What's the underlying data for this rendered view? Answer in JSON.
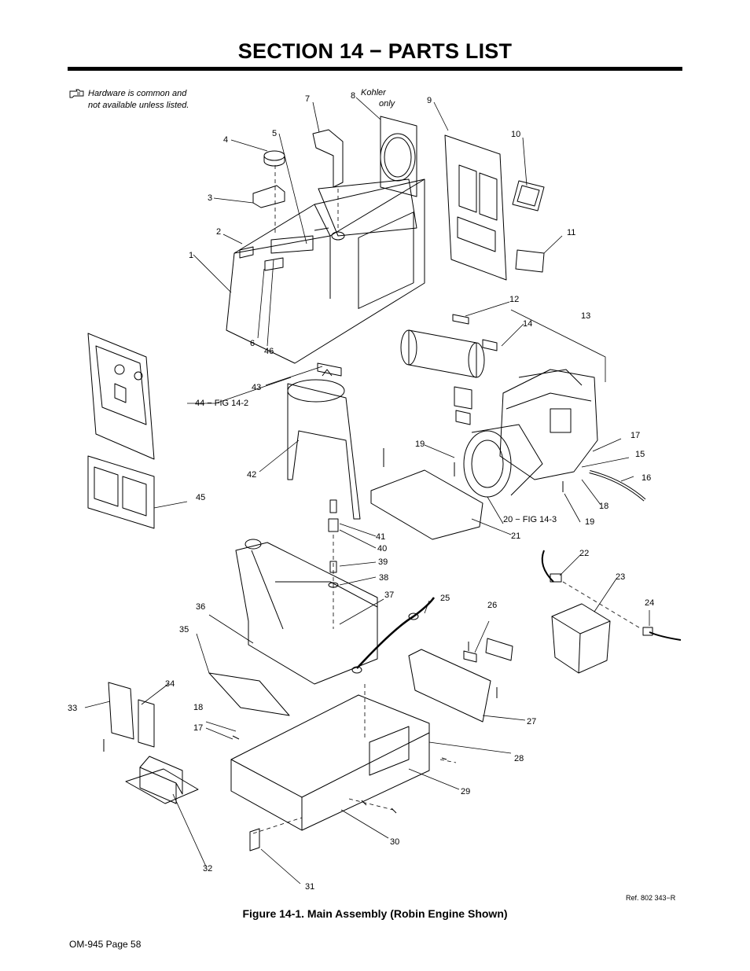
{
  "page": {
    "title": "SECTION 14 − PARTS LIST",
    "note_line1": "Hardware is common and",
    "note_line2": "not available unless listed.",
    "note_icon": "pointing-hand-icon",
    "caption": "Figure 14-1. Main Assembly (Robin Engine Shown)",
    "ref": "Ref. 802 343−R",
    "footer": "OM-945 Page 58"
  },
  "callouts": {
    "c1": "1",
    "c2": "2",
    "c3": "3",
    "c4": "4",
    "c5": "5",
    "c6": "6",
    "c7": "7",
    "c8": "8",
    "c8a": "Kohler",
    "c8b": "only",
    "c9": "9",
    "c10": "10",
    "c11": "11",
    "c12": "12",
    "c13": "13",
    "c14": "14",
    "c15": "15",
    "c16": "16",
    "c17": "17",
    "c18": "18",
    "c19a": "19",
    "c19b": "19",
    "c20": "20 − FIG 14-3",
    "c21": "21",
    "c22": "22",
    "c23": "23",
    "c24": "24",
    "c25": "25",
    "c26": "26",
    "c27": "27",
    "c28": "28",
    "c29": "29",
    "c30": "30",
    "c31": "31",
    "c32": "32",
    "c33": "33",
    "c34": "34",
    "c35": "35",
    "c36": "36",
    "c37": "37",
    "c38": "38",
    "c39": "39",
    "c40": "40",
    "c41": "41",
    "c42": "42",
    "c43": "43",
    "c44": "44 − FIG 14-2",
    "c45": "45",
    "c46": "46",
    "c17b": "17",
    "c18b": "18"
  }
}
